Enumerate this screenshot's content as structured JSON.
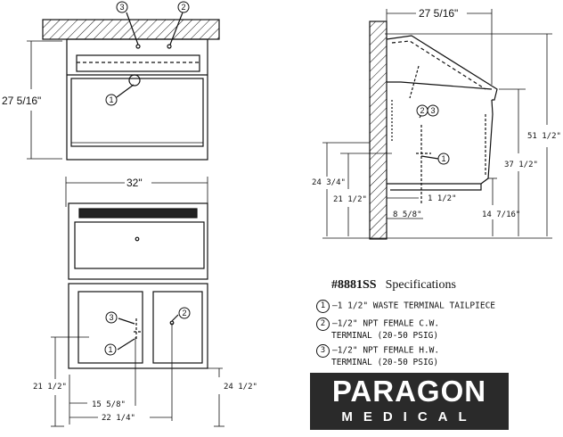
{
  "front_view": {
    "height_dim": "27 5/16\"",
    "callouts": [
      "3",
      "2",
      "1"
    ]
  },
  "plan_view": {
    "width_dim": "32\"",
    "callouts": [
      "3",
      "2",
      "1"
    ],
    "dim_21_half": "21 1/2\"",
    "dim_15_5_8": "15 5/8\"",
    "dim_22_1_4": "22 1/4\"",
    "dim_24_half": "24 1/2\""
  },
  "side_view": {
    "depth_dim": "27 5/16\"",
    "dim_51_half": "51 1/2\"",
    "dim_37_half": "37 1/2\"",
    "dim_24_3_4": "24 3/4\"",
    "dim_21_half": "21 1/2\"",
    "dim_1_half": "1 1/2\"",
    "dim_8_5_8": "8 5/8\"",
    "dim_14_7_16": "14 7/16\"",
    "callouts": [
      "2",
      "3",
      "1"
    ]
  },
  "specifications": {
    "model": "#8881SS",
    "heading": "Specifications",
    "items": [
      {
        "num": "1",
        "line1": "—1 1/2\" WASTE TERMINAL TAILPIECE",
        "line2": ""
      },
      {
        "num": "2",
        "line1": "—1/2\" NPT FEMALE C.W.",
        "line2": "TERMINAL (20-50 PSIG)"
      },
      {
        "num": "3",
        "line1": "—1/2\" NPT FEMALE H.W.",
        "line2": "TERMINAL (20-50 PSIG)"
      }
    ]
  },
  "logo": {
    "line1": "PARAGON",
    "line2": "MEDICAL",
    "background": "#2a2a2a"
  }
}
